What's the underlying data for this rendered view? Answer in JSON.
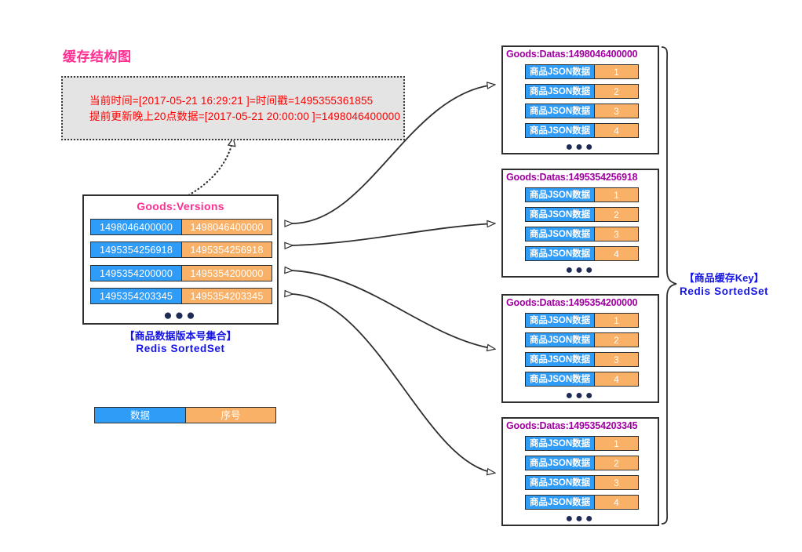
{
  "title": "缓存结构图",
  "note": {
    "line1": "当前时间=[2017-05-21 16:29:21 ]=时间戳=1495355361855",
    "line2": "提前更新晚上20点数据=[2017-05-21 20:00:00 ]=1498046400000"
  },
  "versions_panel": {
    "header": "Goods:Versions",
    "rows": [
      {
        "key": "1498046400000",
        "value": "1498046400000"
      },
      {
        "key": "1495354256918",
        "value": "1495354256918"
      },
      {
        "key": "1495354200000",
        "value": "1495354200000"
      },
      {
        "key": "1495354203345",
        "value": "1495354203345"
      }
    ],
    "ellipsis": "●●●",
    "caption_line1": "【商品数据版本号集合】",
    "caption_line2": "Redis SortedSet"
  },
  "legend": {
    "data_label": "数据",
    "index_label": "序号"
  },
  "datas_panels": [
    {
      "header": "Goods:Datas:1498046400000",
      "rows": [
        {
          "key": "商品JSON数据",
          "value": "1"
        },
        {
          "key": "商品JSON数据",
          "value": "2"
        },
        {
          "key": "商品JSON数据",
          "value": "3"
        },
        {
          "key": "商品JSON数据",
          "value": "4"
        }
      ],
      "ellipsis": "●●●"
    },
    {
      "header": "Goods:Datas:1495354256918",
      "rows": [
        {
          "key": "商品JSON数据",
          "value": "1"
        },
        {
          "key": "商品JSON数据",
          "value": "2"
        },
        {
          "key": "商品JSON数据",
          "value": "3"
        },
        {
          "key": "商品JSON数据",
          "value": "4"
        }
      ],
      "ellipsis": "●●●"
    },
    {
      "header": "Goods:Datas:1495354200000",
      "rows": [
        {
          "key": "商品JSON数据",
          "value": "1"
        },
        {
          "key": "商品JSON数据",
          "value": "2"
        },
        {
          "key": "商品JSON数据",
          "value": "3"
        },
        {
          "key": "商品JSON数据",
          "value": "4"
        }
      ],
      "ellipsis": "●●●"
    },
    {
      "header": "Goods:Datas:1495354203345",
      "rows": [
        {
          "key": "商品JSON数据",
          "value": "1"
        },
        {
          "key": "商品JSON数据",
          "value": "2"
        },
        {
          "key": "商品JSON数据",
          "value": "3"
        },
        {
          "key": "商品JSON数据",
          "value": "4"
        }
      ],
      "ellipsis": "●●●"
    }
  ],
  "right_caption": {
    "line1": "【商品缓存Key】",
    "line2": "Redis SortedSet"
  },
  "colors": {
    "title_pink": "#ff2e92",
    "note_red": "#ff0000",
    "key_blue": "#2f9cf7",
    "value_orange": "#f9b067",
    "panel_header_purple": "#a100a1",
    "caption_blue": "#1414e6",
    "stroke": "#2e2e2e",
    "note_bg": "#e4e4e4"
  }
}
